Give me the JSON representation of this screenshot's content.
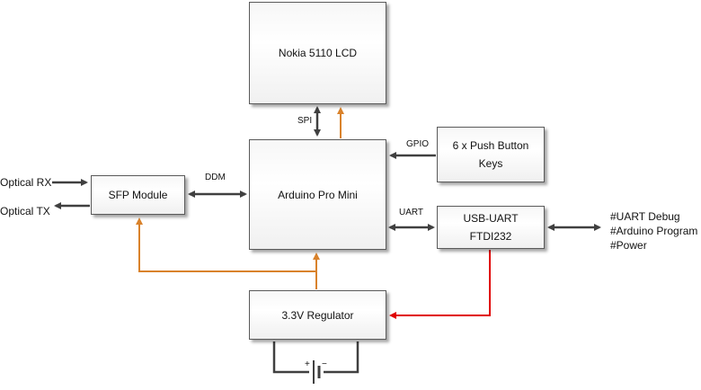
{
  "blocks": {
    "lcd": "Nokia 5110 LCD",
    "mcu": "Arduino Pro Mini",
    "sfp": "SFP Module",
    "keys_line1": "6 x Push Button",
    "keys_line2": "Keys",
    "usb_line1": "USB-UART",
    "usb_line2": "FTDI232",
    "regulator": "3.3V Regulator"
  },
  "links": {
    "spi": "SPI",
    "gpio": "GPIO",
    "ddm": "DDM",
    "uart": "UART"
  },
  "external": {
    "optical_rx": "Optical RX",
    "optical_tx": "Optical TX",
    "uart_debug": "#UART Debug",
    "arduino_program": "#Arduino Program",
    "power": "#Power"
  },
  "colors": {
    "signal": "#404040",
    "power_3v3": "#d9822b",
    "power_5v": "#e00000"
  }
}
